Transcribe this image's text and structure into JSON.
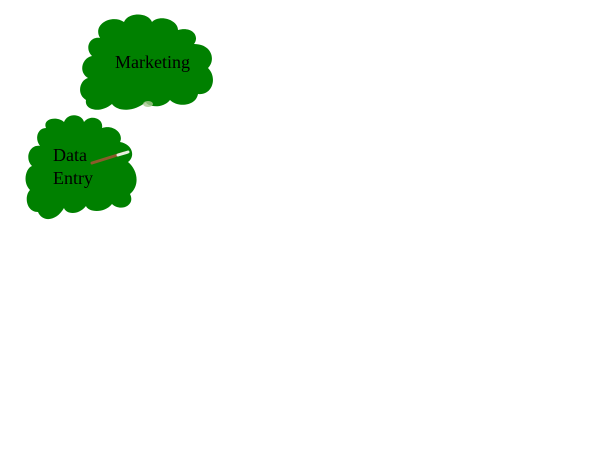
{
  "diagram": {
    "nodes": [
      {
        "id": "marketing",
        "label": "Marketing",
        "shape": "cloud",
        "color": "#008000"
      },
      {
        "id": "data-entry",
        "label": "Data Entry",
        "shape": "cloud",
        "color": "#008000"
      }
    ],
    "edges": [
      {
        "from": "marketing",
        "to": "data-entry",
        "color": "#8b5a2b"
      }
    ],
    "colors": {
      "background": "#ffffff",
      "cloud_fill": "#008000",
      "label_text": "#000000",
      "connector": "#8b5a2b"
    }
  }
}
